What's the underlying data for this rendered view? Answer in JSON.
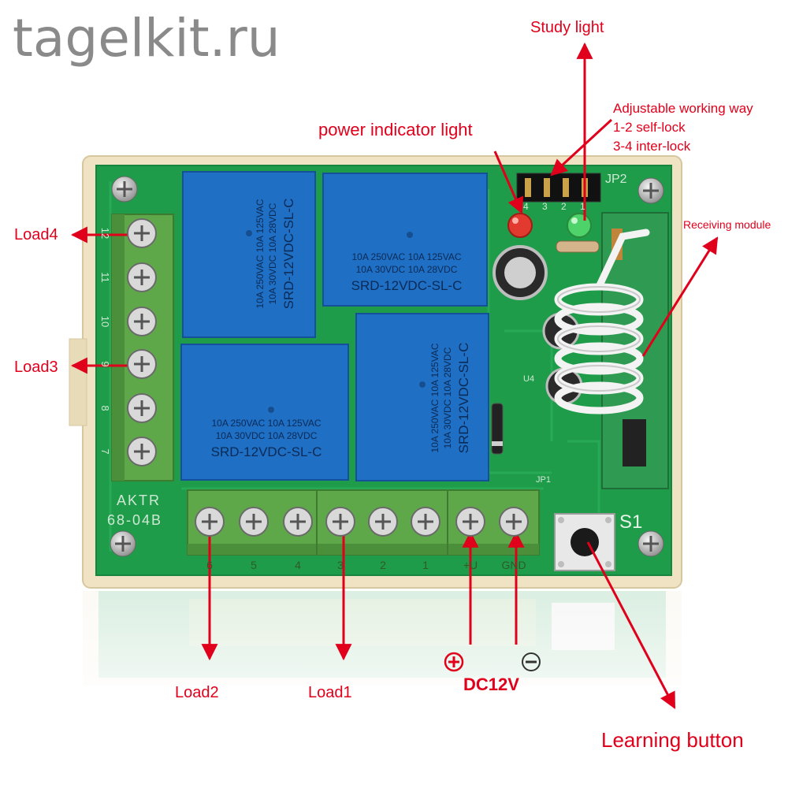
{
  "watermark": "tagelkit.ru",
  "callouts": {
    "study_light": "Study  light",
    "adjustable": {
      "line1": "Adjustable   working way",
      "line2": "1-2 self-lock",
      "line3": "3-4 inter-lock"
    },
    "power_indicator": "power  indicator light",
    "receiving_module": "Receiving  module",
    "load4": "Load4",
    "load3": "Load3",
    "load2": "Load2",
    "load1": "Load1",
    "dc12v": "DC12V",
    "learning_button": "Learning  button"
  },
  "board": {
    "model_line1": "AKTR",
    "model_line2": "68-04B",
    "jp1": "JP1",
    "jp2": "JP2",
    "s1": "S1",
    "u4": "U4",
    "jp2_pins": [
      "4",
      "3",
      "2",
      "1"
    ],
    "relay_text": {
      "line1": "10A 250VAC  10A 125VAC",
      "line2": "10A 30VDC   10A 28VDC",
      "model": "SRD-12VDC-SL-C"
    },
    "bottom_terminal_labels": [
      "6",
      "5",
      "4",
      "3",
      "2",
      "1",
      "+U",
      "GND"
    ],
    "left_terminal_labels": [
      "12",
      "11",
      "10",
      "9",
      "8",
      "7"
    ]
  },
  "colors": {
    "callout": "#e0001b",
    "pcb": "#1f9c4a",
    "relay": "#1f6fc4",
    "terminal": "#5fa84a",
    "case": "#efe3c3"
  }
}
